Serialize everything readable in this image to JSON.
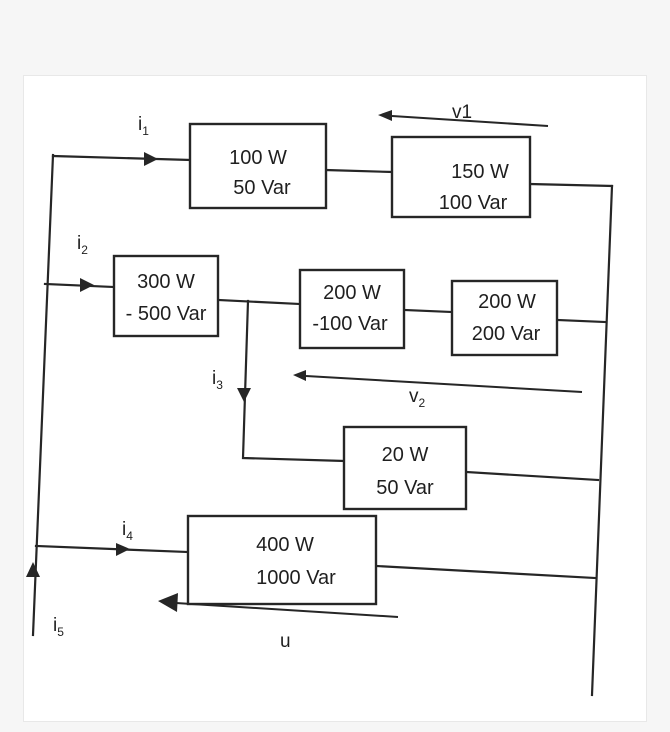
{
  "elements": [
    {
      "id": "b1",
      "line1": "100 W",
      "line2": "50 Var"
    },
    {
      "id": "b2",
      "line1": "150 W",
      "line2": "100 Var"
    },
    {
      "id": "b3",
      "line1": "300 W",
      "line2": "- 500 Var"
    },
    {
      "id": "b4",
      "line1": "200 W",
      "line2": "-100 Var"
    },
    {
      "id": "b5",
      "line1": "200 W",
      "line2": "200 Var"
    },
    {
      "id": "b6",
      "line1": "20 W",
      "line2": "50 Var"
    },
    {
      "id": "b7",
      "line1": "400 W",
      "line2": "1000 Var"
    }
  ],
  "currents": {
    "i1": {
      "base": "i",
      "sub": "1"
    },
    "i2": {
      "base": "i",
      "sub": "2"
    },
    "i3": {
      "base": "i",
      "sub": "3"
    },
    "i4": {
      "base": "i",
      "sub": "4"
    },
    "i5": {
      "base": "i",
      "sub": "5"
    }
  },
  "voltages": {
    "v1": {
      "text": "v1"
    },
    "v2": {
      "base": "v",
      "sub": "2"
    },
    "u": {
      "text": "u"
    }
  }
}
